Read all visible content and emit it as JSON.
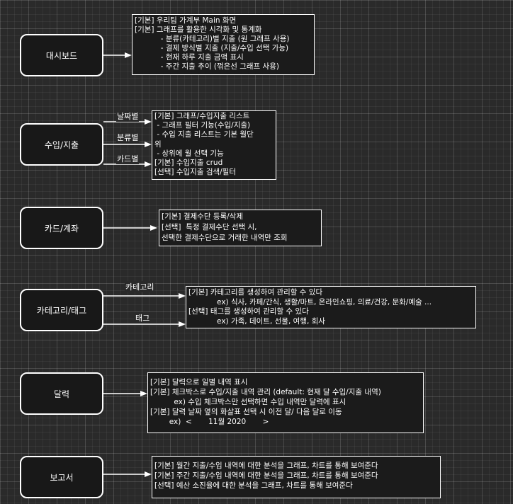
{
  "nodes": {
    "dashboard": {
      "label": "대시보드",
      "notes": [
        "[기본] 우리팀 가계부 Main 화면",
        "[기본] 그래프를 활용한 시각화 및 통계화",
        "           - 분류(카테고리)별 지출 (원 그래프 사용)",
        "           - 결제 방식별 지출 (지출/수입 선택 가능)",
        "           - 현재 하루 지출 금액 표시",
        "           - 주간 지출 추이 (꺾은선 그래프 사용)"
      ]
    },
    "income_expense": {
      "label": "수입/지출",
      "edge_labels": [
        "날짜별",
        "분류별",
        "카드별"
      ],
      "notes": [
        "[기본] 그래프/수입지출 리스트",
        " - 그래프 필터 기능(수입/지출)",
        " - 수입 지출 리스트는 기본 월단",
        "위",
        " - 상위에 월 선택 기능",
        "[기본] 수입지출 crud",
        "[선택] 수입지출 검색/필터"
      ]
    },
    "card_account": {
      "label": "카드/계좌",
      "notes": [
        "[기본] 결제수단 등록/삭제",
        "[선택]  특정 결제수단 선택 시,",
        "선택한 결제수단으로 거래한 내역만 조회"
      ]
    },
    "category_tag": {
      "label": "카테고리/태그",
      "edge_labels": [
        "카테고리",
        "태그"
      ],
      "notes": [
        "[기본] 카테고리를 생성하여 관리할 수 있다",
        "            ex) 식사, 카페/간식, 생활/마트, 온라인쇼핑, 의료/건강, 문화/예술 ...",
        "[선택] 태그를 생성하여 관리할 수 있다",
        "            ex) 가족, 데이트, 선물, 여행, 회사"
      ]
    },
    "calendar": {
      "label": "달력",
      "notes": [
        "[기본] 달력으로 일별 내역 표시",
        "[기본] 체크박스로 수입/지출 내역 관리 (default: 현재 달 수입/지출 내역)",
        "          ex) 수입 체크박스만 선택하면 수입 내역만 달력에 표시",
        "[기본] 달력 날짜 옆의 화살표 선택 시 이전 달/ 다음 달로 이동",
        "        ex)  <       11월 2020       >"
      ]
    },
    "report": {
      "label": "보고서",
      "notes": [
        "[기본] 월간 지출/수입 내역에 대한 분석을 그래프, 차트를 통해 보여준다",
        "[기본] 주간 지출/수입 내역에 대한 분석을 그래프, 차트를 통해 보여준다",
        "[선택] 예산 소진율에 대한 분석을 그래프, 차트를 통해 보여준다"
      ]
    }
  }
}
